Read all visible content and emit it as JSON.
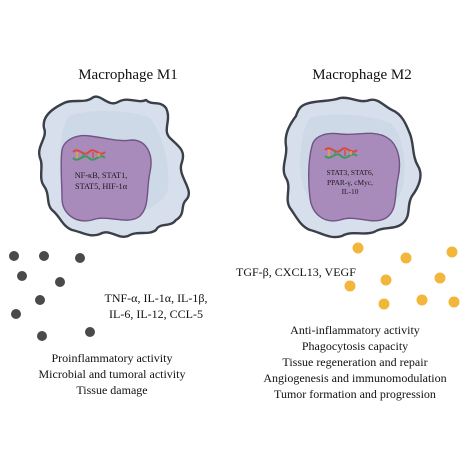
{
  "m1": {
    "title": "Macrophage M1",
    "nucleus_lines": [
      "NF-κB, STAT1,",
      "STAT5, HIF-1α"
    ],
    "cytokine_lines": [
      "TNF-α, IL-1α, IL-1β,",
      "IL-6, IL-12, CCL-5"
    ],
    "activities": [
      "Proinflammatory activity",
      "Microbial and tumoral activity",
      "Tissue damage"
    ]
  },
  "m2": {
    "title": "Macrophage M2",
    "nucleus_lines": [
      "STAT3, STAT6,",
      "PPAR-γ, cMyc,",
      "IL-10"
    ],
    "cytokines": "TGF-β, CXCL13, VEGF",
    "activities": [
      "Anti-inflammatory activity",
      "Phagocytosis capacity",
      "Tissue regeneration and repair",
      "Angiogenesis and immunomodulation",
      "Tumor formation and progression"
    ]
  },
  "colors": {
    "cell_fill": "#d6dfeb",
    "cell_stroke": "#3b3f48",
    "nucleus_fill": "#a98bbb",
    "m1_particle": "#4a4a4a",
    "m2_particle": "#f2b63a",
    "dna_red": "#d9493c",
    "dna_green": "#3d9a5e",
    "dna_orange": "#f0a23a"
  }
}
